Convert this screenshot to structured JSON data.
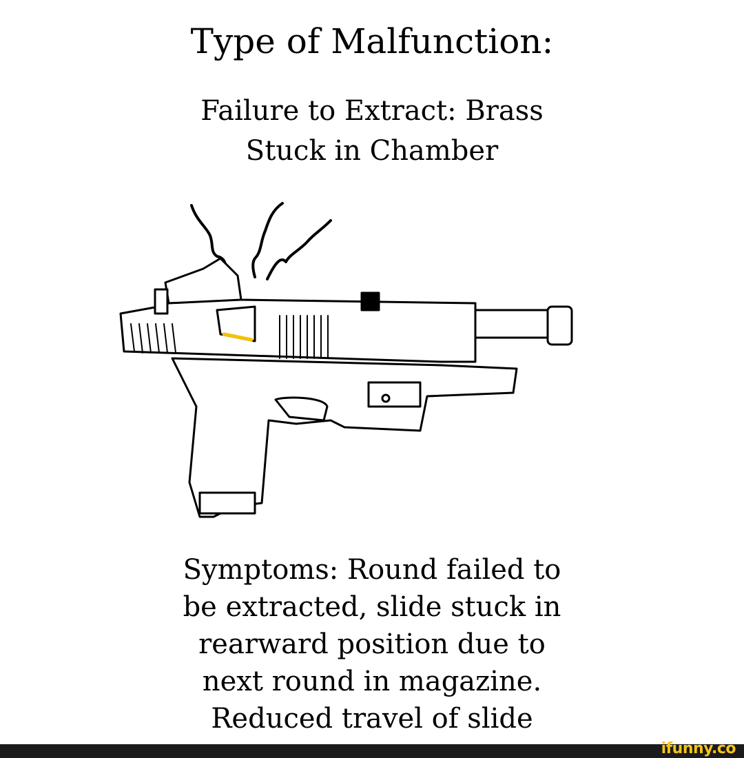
{
  "header": {
    "title": "Type of Malfunction:",
    "subtitle_line1": "Failure to Extract: Brass",
    "subtitle_line2": "Stuck in Chamber"
  },
  "illustration": {
    "label": "pistol-with-stuck-brass-illustration",
    "accent_color": "#f2c200"
  },
  "symptoms": {
    "line1": "Symptoms: Round failed to",
    "line2": "be extracted, slide stuck in",
    "line3": "rearward position due to",
    "line4": "next round in magazine.",
    "line5": "Reduced travel of slide"
  },
  "footer": {
    "watermark": "ifunny.co",
    "bar_color": "#1b1a1d",
    "watermark_color": "#f5c518"
  }
}
